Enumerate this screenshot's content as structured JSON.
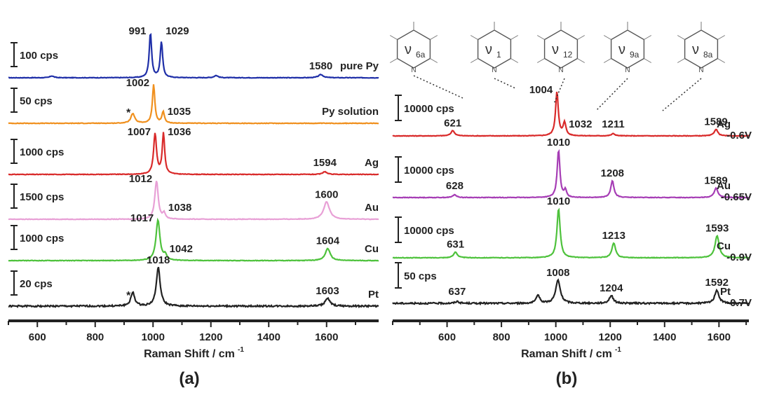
{
  "chart_data": [
    {
      "type": "line",
      "panel_label": "(a)",
      "xlabel": "Raman Shift / cm",
      "xlabel_superscript": "-1",
      "xlim": [
        500,
        1780
      ],
      "xticks": [
        600,
        800,
        1000,
        1200,
        1400,
        1600
      ],
      "series": [
        {
          "name": "pure Py",
          "color": "#1f2fa8",
          "scale": "100 cps",
          "peaks": [
            {
              "x": 991,
              "h": 1.0,
              "w": 5,
              "label": "991"
            },
            {
              "x": 1029,
              "h": 0.8,
              "w": 5,
              "label": "1029"
            },
            {
              "x": 1580,
              "h": 0.07,
              "w": 10,
              "label": "1580"
            },
            {
              "x": 650,
              "h": 0.04,
              "w": 8
            },
            {
              "x": 1218,
              "h": 0.05,
              "w": 8
            }
          ],
          "star": null
        },
        {
          "name": "Py solution",
          "color": "#f0901e",
          "scale": "50 cps",
          "peaks": [
            {
              "x": 1002,
              "h": 1.0,
              "w": 5,
              "label": "1002"
            },
            {
              "x": 1035,
              "h": 0.3,
              "w": 5,
              "label": "1035"
            },
            {
              "x": 930,
              "h": 0.25,
              "w": 8
            }
          ],
          "star": 915
        },
        {
          "name": "Ag",
          "color": "#d92a2a",
          "scale": "1000 cps",
          "peaks": [
            {
              "x": 1007,
              "h": 1.0,
              "w": 6,
              "label": "1007"
            },
            {
              "x": 1036,
              "h": 1.0,
              "w": 5,
              "label": "1036"
            },
            {
              "x": 1594,
              "h": 0.07,
              "w": 8,
              "label": "1594"
            }
          ],
          "star": null
        },
        {
          "name": "Au",
          "color": "#e8a0d6",
          "scale": "1500 cps",
          "peaks": [
            {
              "x": 1012,
              "h": 1.0,
              "w": 7,
              "label": "1012"
            },
            {
              "x": 1038,
              "h": 0.15,
              "w": 5,
              "label": "1038"
            },
            {
              "x": 1600,
              "h": 0.45,
              "w": 12,
              "label": "1600"
            }
          ],
          "star": null
        },
        {
          "name": "Cu",
          "color": "#4ec23c",
          "scale": "1000 cps",
          "peaks": [
            {
              "x": 1017,
              "h": 1.0,
              "w": 8,
              "label": "1017"
            },
            {
              "x": 1042,
              "h": 0.12,
              "w": 6,
              "label": "1042"
            },
            {
              "x": 1604,
              "h": 0.3,
              "w": 10,
              "label": "1604"
            }
          ],
          "star": null
        },
        {
          "name": "Pt",
          "color": "#222222",
          "scale": "20 cps",
          "peaks": [
            {
              "x": 1018,
              "h": 1.0,
              "w": 8,
              "label": "1018"
            },
            {
              "x": 1603,
              "h": 0.2,
              "w": 10,
              "label": "1603"
            },
            {
              "x": 930,
              "h": 0.35,
              "w": 8
            }
          ],
          "star": 915
        }
      ]
    },
    {
      "type": "line",
      "panel_label": "(b)",
      "xlabel": "Raman Shift / cm",
      "xlabel_superscript": "-1",
      "xlim": [
        400,
        1710
      ],
      "xticks": [
        600,
        800,
        1000,
        1200,
        1400,
        1600
      ],
      "modes": [
        {
          "base": "ν",
          "sub": "6a"
        },
        {
          "base": "ν",
          "sub": "1"
        },
        {
          "base": "ν",
          "sub": "12"
        },
        {
          "base": "ν",
          "sub": "9a"
        },
        {
          "base": "ν",
          "sub": "8a"
        }
      ],
      "series": [
        {
          "name": "Ag",
          "potential": "-0.6V",
          "color": "#d92a2a",
          "scale": "10000 cps",
          "peaks": [
            {
              "x": 621,
              "h": 0.12,
              "w": 8,
              "label": "621"
            },
            {
              "x": 1004,
              "h": 1.0,
              "w": 6,
              "label": "1004"
            },
            {
              "x": 1032,
              "h": 0.3,
              "w": 6,
              "label": "1032"
            },
            {
              "x": 1211,
              "h": 0.05,
              "w": 8,
              "label": "1211"
            },
            {
              "x": 1589,
              "h": 0.15,
              "w": 8,
              "label": "1589"
            }
          ]
        },
        {
          "name": "Au",
          "potential": "-0.65V",
          "color": "#a63db5",
          "scale": "10000 cps",
          "peaks": [
            {
              "x": 628,
              "h": 0.06,
              "w": 8,
              "label": "628"
            },
            {
              "x": 1010,
              "h": 1.0,
              "w": 6,
              "label": "1010"
            },
            {
              "x": 1035,
              "h": 0.15,
              "w": 5
            },
            {
              "x": 1208,
              "h": 0.35,
              "w": 7,
              "label": "1208"
            },
            {
              "x": 1589,
              "h": 0.2,
              "w": 8,
              "label": "1589"
            }
          ]
        },
        {
          "name": "Cu",
          "potential": "-0.9V",
          "color": "#4ec23c",
          "scale": "10000 cps",
          "peaks": [
            {
              "x": 631,
              "h": 0.12,
              "w": 8,
              "label": "631"
            },
            {
              "x": 1010,
              "h": 1.0,
              "w": 7,
              "label": "1010"
            },
            {
              "x": 1213,
              "h": 0.3,
              "w": 8,
              "label": "1213"
            },
            {
              "x": 1593,
              "h": 0.45,
              "w": 9,
              "label": "1593"
            }
          ]
        },
        {
          "name": "Pt",
          "potential": "-0.7V",
          "color": "#222222",
          "scale": "50 cps",
          "peaks": [
            {
              "x": 637,
              "h": 0.05,
              "w": 8,
              "label": "637"
            },
            {
              "x": 1008,
              "h": 0.6,
              "w": 10,
              "label": "1008"
            },
            {
              "x": 1204,
              "h": 0.2,
              "w": 9,
              "label": "1204"
            },
            {
              "x": 1592,
              "h": 0.35,
              "w": 9,
              "label": "1592"
            },
            {
              "x": 935,
              "h": 0.2,
              "w": 8
            }
          ]
        }
      ]
    }
  ]
}
